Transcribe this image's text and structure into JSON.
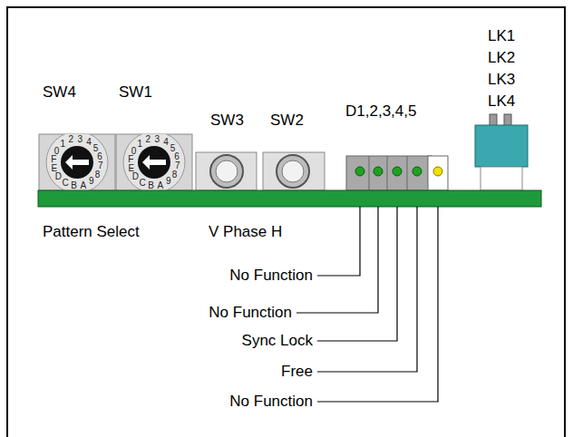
{
  "diagram": {
    "labels": [
      "LK1",
      "LK2",
      "LK3",
      "LK4",
      "SW4",
      "SW1",
      "SW3",
      "SW2",
      "D1,2,3,4,5",
      "0",
      "1",
      "2",
      "3",
      "4",
      "5",
      "6",
      "7",
      "8",
      "9",
      "A",
      "B",
      "C",
      "D",
      "E",
      "F",
      "0",
      "1",
      "2",
      "3",
      "4",
      "5",
      "6",
      "7",
      "8",
      "9",
      "A",
      "B",
      "C",
      "D",
      "E",
      "F",
      "Pattern Select",
      "V Phase H",
      "No Function",
      "No Function",
      "Sync Lock",
      "Free",
      "No Function"
    ]
  }
}
